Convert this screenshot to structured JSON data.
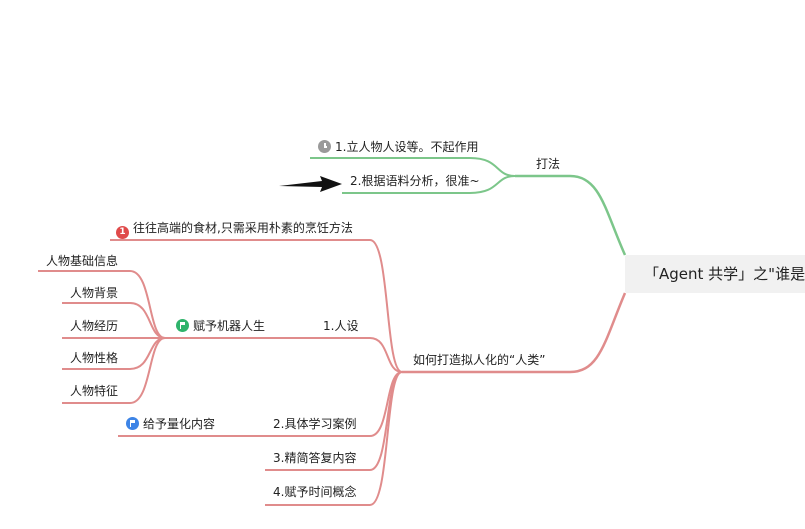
{
  "root": {
    "label": "「Agent 共学」之\"谁是"
  },
  "branches": {
    "dafa": {
      "label": "打法",
      "children": {
        "c1": {
          "label": "1.立人物人设等。不起作用",
          "icon": "clock-icon"
        },
        "c2": {
          "label": "2.根据语料分析，很准~"
        }
      }
    },
    "renlei": {
      "label": "如何打造拟人化的“人类”",
      "tip": {
        "label": "往往高端的食材,只需采用朴素的烹饪方法",
        "icon": "priority-1-icon",
        "badge": "1"
      },
      "renshe": {
        "label": "1.人设",
        "fuyu": {
          "label": "赋予机器人生",
          "icon": "green-flag-icon",
          "items": [
            "人物基础信息",
            "人物背景",
            "人物经历",
            "人物性格",
            "人物特征"
          ]
        }
      },
      "xuexi": {
        "label": "2.具体学习案例",
        "child": {
          "label": "给予量化内容",
          "icon": "blue-flag-icon"
        }
      },
      "jingjian": {
        "label": "3.精简答复内容"
      },
      "shijian": {
        "label": "4.赋予时间概念"
      }
    }
  },
  "colors": {
    "green_branch": "#7cc68a",
    "red_branch": "#e08c8c",
    "arrow": "#111111",
    "root_bg": "#f1f1f1"
  }
}
